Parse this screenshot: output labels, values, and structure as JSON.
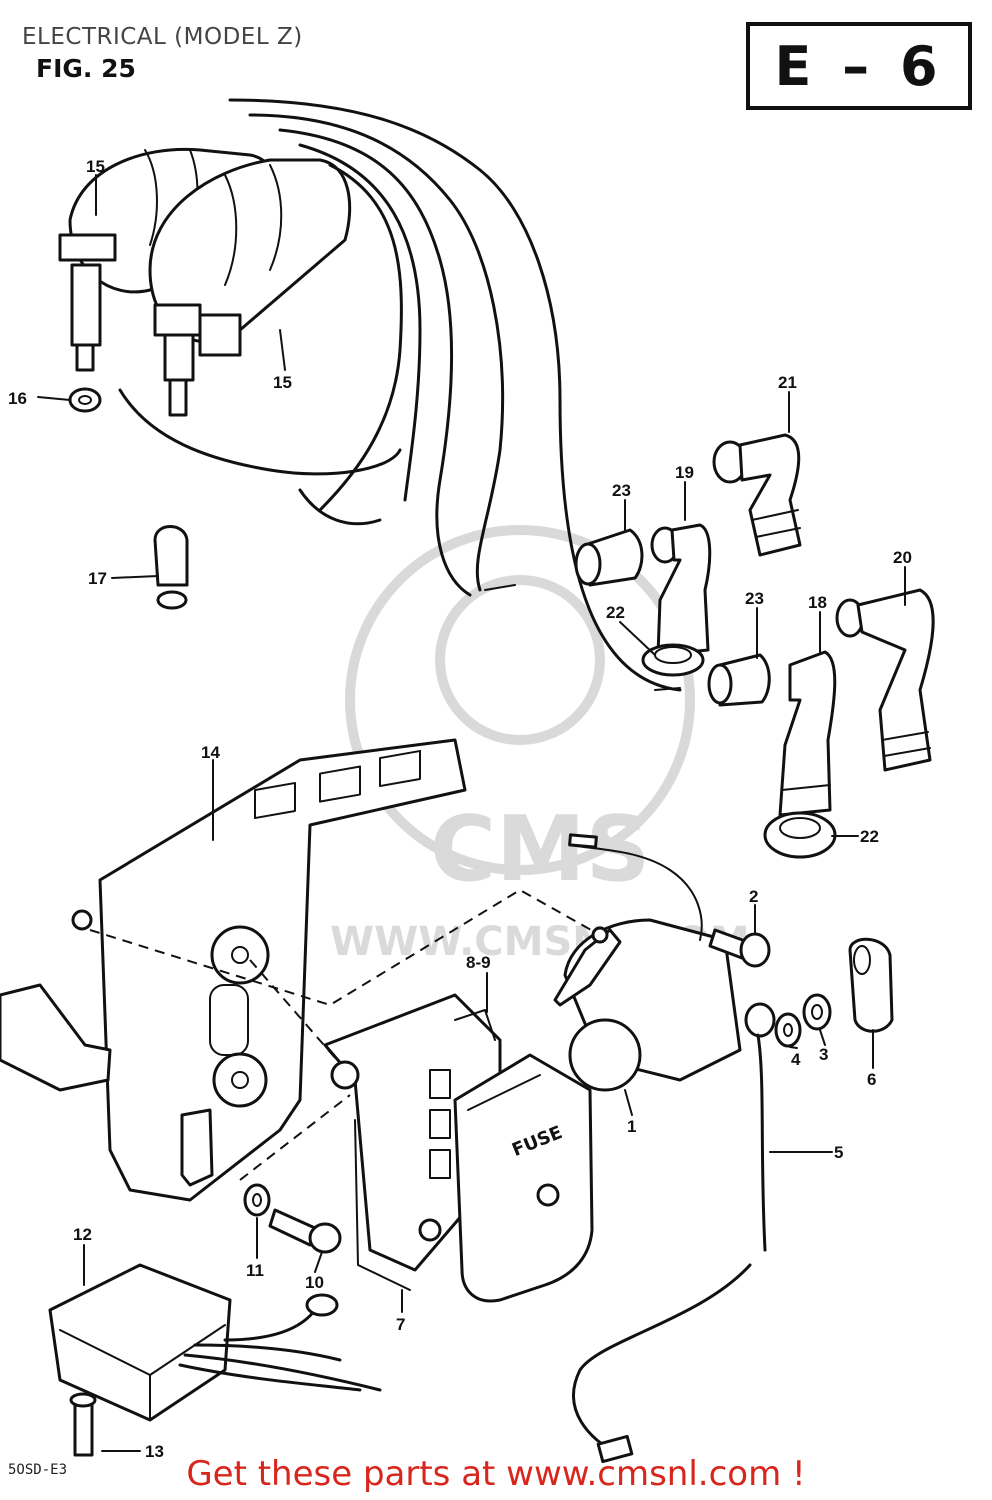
{
  "header": {
    "title": "ELECTRICAL (MODEL Z)",
    "figure": "FIG. 25",
    "page_code": "E – 6"
  },
  "watermark": {
    "brand": "CMS",
    "url": "WWW.CMSNL.COM"
  },
  "footer": {
    "text": "Get these parts at www.cmsnl.com !",
    "color": "#d8261c"
  },
  "parts": {
    "fuse_box_text": "FUSE",
    "corner_fragment": "5OSD-E3"
  },
  "callouts": {
    "c1": "1",
    "c2": "2",
    "c3": "3",
    "c4": "4",
    "c5": "5",
    "c6": "6",
    "c7": "7",
    "c8_9": "8-9",
    "c10": "10",
    "c11": "11",
    "c12": "12",
    "c13": "13",
    "c14": "14",
    "c15a": "15",
    "c15b": "15",
    "c16": "16",
    "c17": "17",
    "c18": "18",
    "c19": "19",
    "c20": "20",
    "c21": "21",
    "c22a": "22",
    "c22b": "22",
    "c23a": "23",
    "c23b": "23"
  }
}
